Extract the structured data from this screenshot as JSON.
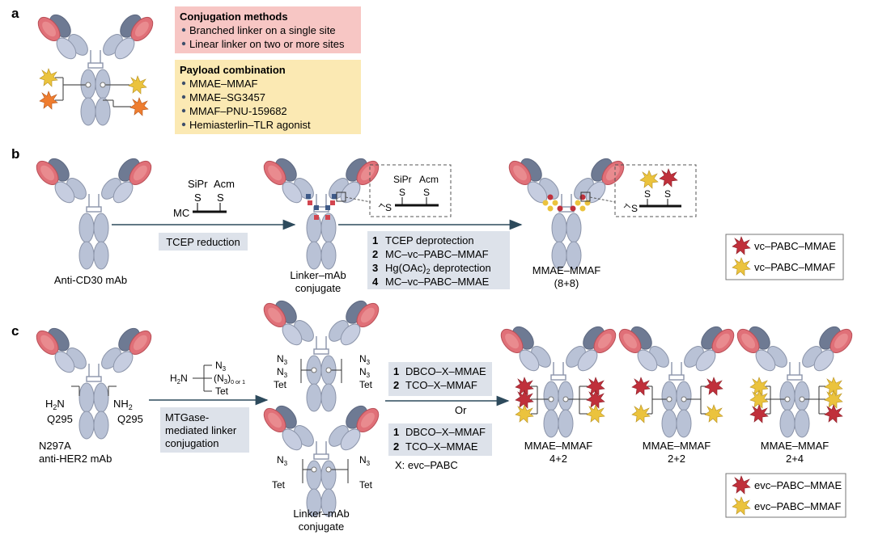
{
  "panel_a": {
    "label": "a",
    "conjugation": {
      "title": "Conjugation methods",
      "items": [
        "Branched linker on a single site",
        "Linear linker on two or more sites"
      ],
      "bg": "#f7c6c4"
    },
    "payload": {
      "title": "Payload combination",
      "items": [
        "MMAE–MMAF",
        "MMAE–SG3457",
        "MMAF–PNU-159682",
        "Hemiasterlin–TLR agonist"
      ],
      "bg": "#fbe9b3"
    }
  },
  "panel_b": {
    "label": "b",
    "mab_label": "Anti-CD30 mAb",
    "linker": {
      "left_group": "SiPr",
      "right_group": "Acm",
      "s": "S",
      "mc": "MC"
    },
    "reduction": "TCEP reduction",
    "intermediate": [
      "Linker–mAb",
      "conjugate"
    ],
    "steps": [
      {
        "num": "1",
        "text": "TCEP deprotection"
      },
      {
        "num": "2",
        "text": "MC–vc–PABC–MMAF"
      },
      {
        "num": "3",
        "text": "Hg(OAc)",
        "sub": "2",
        "tail": " deprotection"
      },
      {
        "num": "4",
        "text": "MC–vc–PABC–MMAE"
      }
    ],
    "product": [
      "MMAE–MMAF",
      "(8+8)"
    ],
    "inset_s": "S",
    "legend": [
      "vc–PABC–MMAE",
      "vc–PABC–MMAF"
    ]
  },
  "panel_c": {
    "label": "c",
    "mab": {
      "amine_left": "H",
      "amine_sub": "2",
      "n": "N",
      "amine_right_prefix": "NH",
      "q_left": "Q295",
      "q_right": "Q295",
      "name": [
        "N297A",
        "anti-HER2 mAb"
      ]
    },
    "reagent": {
      "h2n": "H",
      "h2n_sub": "2",
      "h2n_n": "N",
      "n3": "N",
      "n3_sub": "3",
      "middle": "(N",
      "middle_sub": "3",
      "middle_close": ")",
      "middle_sub2": "0 or 1",
      "tet": "Tet"
    },
    "mtgase": [
      "MTGase-",
      "mediated linker",
      "conjugation"
    ],
    "top_conj": {
      "n3": "N",
      "sub": "3",
      "tet": "Tet"
    },
    "bottom_conj": {
      "n3": "N",
      "sub": "3",
      "tet": "Tet"
    },
    "intermediate": [
      "Linker–mAb",
      "conjugate"
    ],
    "steps_top": [
      {
        "num": "1",
        "text": "DBCO–X–MMAE"
      },
      {
        "num": "2",
        "text": "TCO–X–MMAF"
      }
    ],
    "or": "Or",
    "steps_bottom": [
      {
        "num": "1",
        "text": "DBCO–X–MMAF"
      },
      {
        "num": "2",
        "text": "TCO–X–MMAE"
      }
    ],
    "x_note": "X: evc–PABC",
    "products": [
      [
        "MMAE–MMAF",
        "4+2"
      ],
      [
        "MMAE–MMAF",
        "2+2"
      ],
      [
        "MMAE–MMAF",
        "2+4"
      ]
    ],
    "legend": [
      "evc–PABC–MMAE",
      "evc–PABC–MMAF"
    ]
  },
  "colors": {
    "fab_tip": "#d9646a",
    "fab_tip_light": "#f0a3a3",
    "heavy_dark": "#6e7a93",
    "body": "#b9c2d6",
    "body_stroke": "#8c95aa",
    "payload_red": "#c0303b",
    "payload_yellow": "#e8c03a",
    "payload_orange": "#ef7d2f",
    "step_box": "#dde2ea"
  }
}
